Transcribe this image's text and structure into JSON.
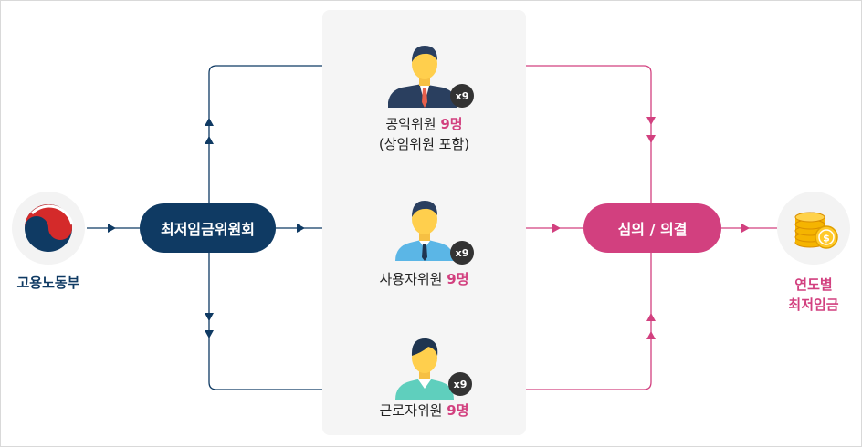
{
  "org": {
    "label": "고용노동부"
  },
  "committee": {
    "label": "최저임금위원회"
  },
  "deliberation": {
    "label": "심의 / 의결"
  },
  "result": {
    "line1": "연도별",
    "line2": "최저임금"
  },
  "members": [
    {
      "name": "공익위원",
      "count": "9명",
      "note": "(상임위원 포함)",
      "badge": "x9",
      "tie": "#e8604c",
      "shirt": "#ffffff",
      "suit": "#2a3f5f"
    },
    {
      "name": "사용자위원",
      "count": "9명",
      "badge": "x9",
      "tie": "#1f3550",
      "shirt": "#ffffff",
      "suit": "#5bb6e6"
    },
    {
      "name": "근로자위원",
      "count": "9명",
      "badge": "x9",
      "shirt": "#ffffff",
      "suit": "#5fcfbd"
    }
  ],
  "colors": {
    "navy": "#0f3a63",
    "pink": "#d2407f",
    "panel": "#f5f5f5",
    "badge": "#333333"
  },
  "icons": {
    "org": "government-emblem-icon",
    "result": "coin-stack-icon",
    "member": "person-icon"
  }
}
